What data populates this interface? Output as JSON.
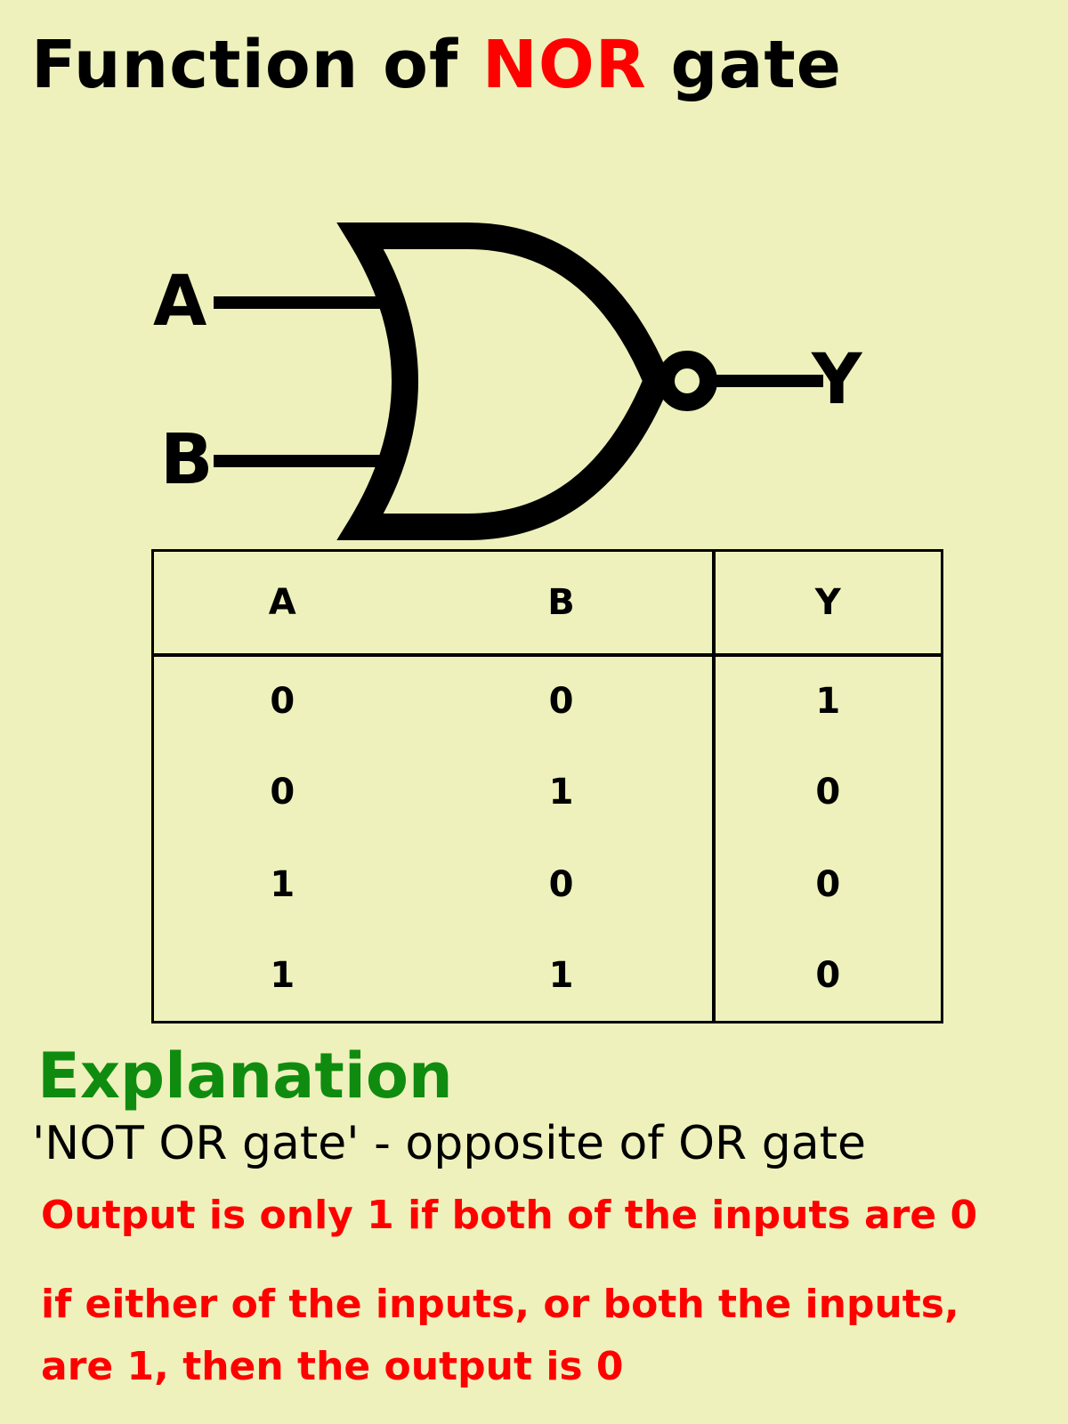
{
  "title": {
    "prefix": "Function of",
    "highlight": "NOR",
    "suffix": "gate"
  },
  "diagram": {
    "input_a_label": "A",
    "input_b_label": "B",
    "output_label": "Y"
  },
  "truth_table": {
    "headers": [
      "A",
      "B",
      "Y"
    ],
    "rows": [
      [
        "0",
        "0",
        "1"
      ],
      [
        "0",
        "1",
        "0"
      ],
      [
        "1",
        "0",
        "0"
      ],
      [
        "1",
        "1",
        "0"
      ]
    ]
  },
  "explanation": {
    "heading": "Explanation",
    "line1": "'NOT OR gate' - opposite of OR gate",
    "line2": "Output is only 1 if both of the inputs are 0",
    "line3": "if either of the inputs, or both the inputs,",
    "line4": "are 1, then the output is 0"
  },
  "colors": {
    "background": "#eef1bb",
    "highlight": "#ff0000",
    "heading": "#0f8c0f",
    "text": "#000000"
  }
}
